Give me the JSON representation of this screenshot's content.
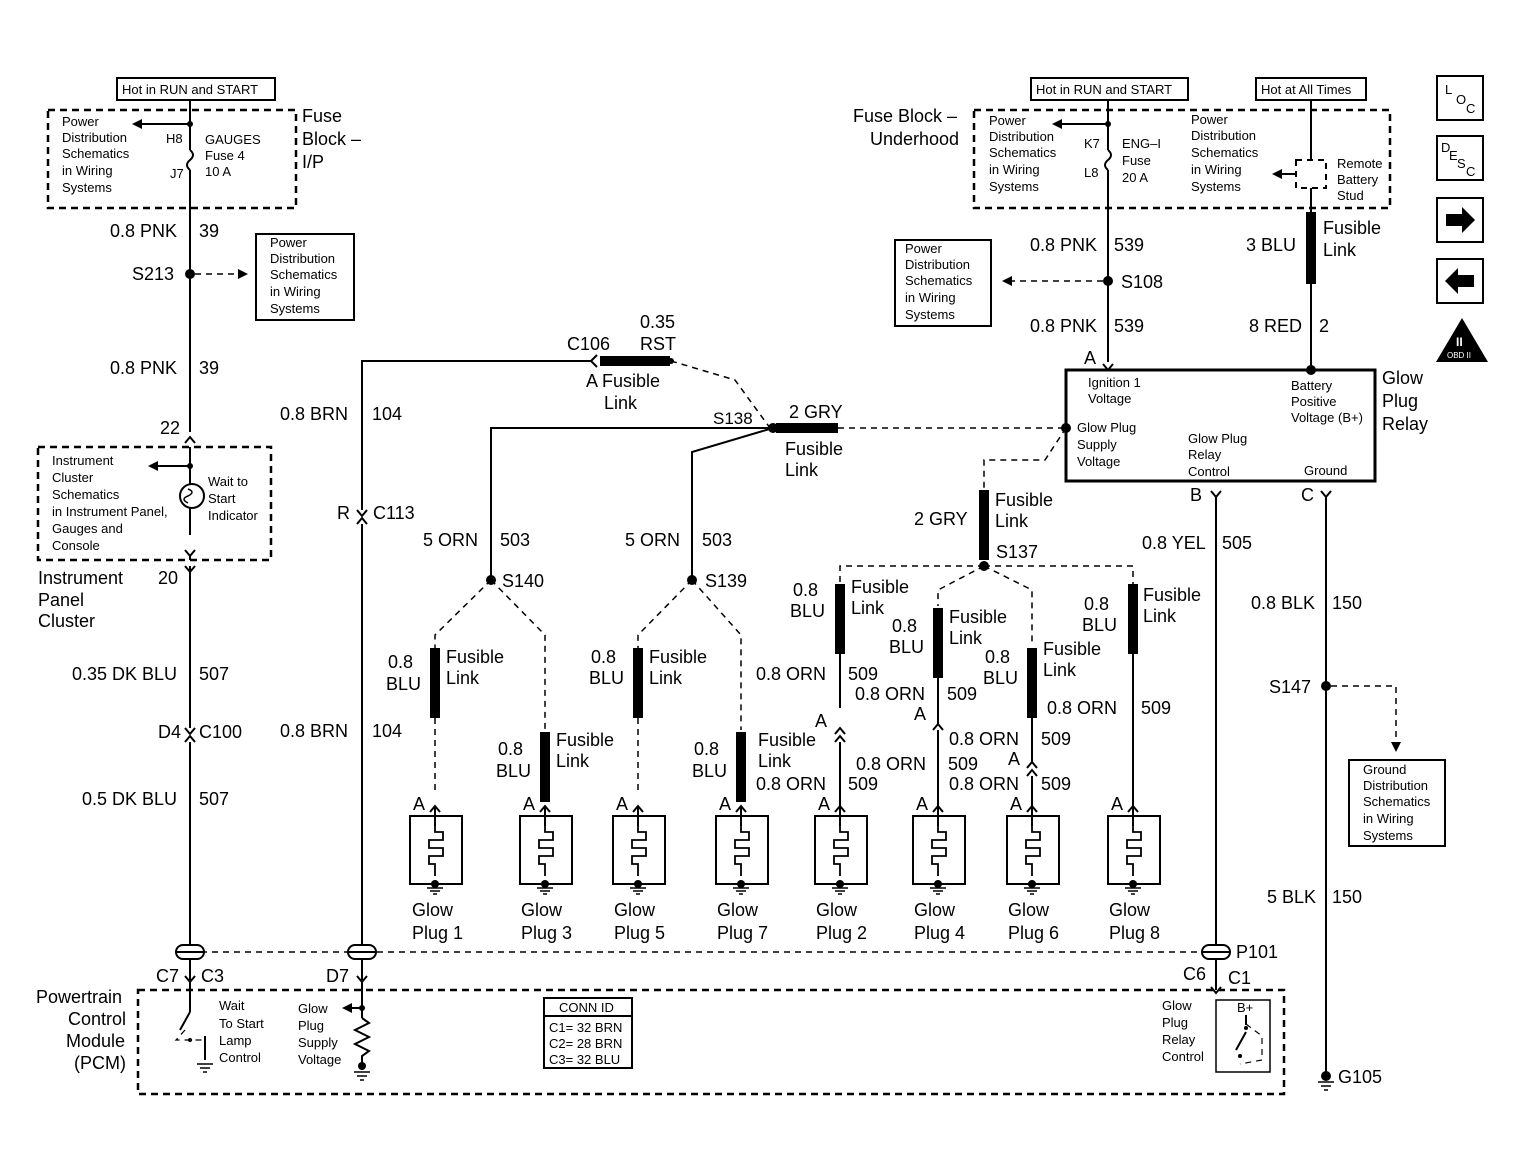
{
  "hot_run_start_1": "Hot in RUN and START",
  "hot_run_start_2": "Hot in RUN and START",
  "hot_all_times": "Hot at All Times",
  "fuse_ip": {
    "title": [
      "Fuse",
      "Block –",
      "I/P"
    ],
    "pds": [
      "Power",
      "Distribution",
      "Schematics",
      "in Wiring",
      "Systems"
    ],
    "h8": "H8",
    "j7": "J7",
    "fuse": [
      "GAUGES",
      "Fuse 4",
      "10 A"
    ]
  },
  "fuse_uh": {
    "title": [
      "Fuse Block –",
      "Underhood"
    ],
    "pds1": [
      "Power",
      "Distribution",
      "Schematics",
      "in Wiring",
      "Systems"
    ],
    "k7": "K7",
    "l8": "L8",
    "fuse": [
      "ENG–I",
      "Fuse",
      "20 A"
    ],
    "pds2": [
      "Power",
      "Distribution",
      "Schematics",
      "in Wiring",
      "Systems"
    ],
    "stud": [
      "Remote",
      "Battery",
      "Stud"
    ]
  },
  "pds_ref_left": [
    "Power",
    "Distribution",
    "Schematics",
    "in Wiring",
    "Systems"
  ],
  "pds_ref_right": [
    "Power",
    "Distribution",
    "Schematics",
    "in Wiring",
    "Systems"
  ],
  "gds_ref": [
    "Ground",
    "Distribution",
    "Schematics",
    "in Wiring",
    "Systems"
  ],
  "nav": {
    "loc": [
      "L",
      "O",
      "C"
    ],
    "desc": [
      "D",
      "E",
      "S",
      "C"
    ],
    "obd": "OBD II",
    "obd_num": "II"
  },
  "wires": {
    "pnk39_a": [
      "0.8 PNK",
      "39"
    ],
    "pnk39_b": [
      "0.8 PNK",
      "39"
    ],
    "s213": "S213",
    "brn104_a": [
      "0.8 BRN",
      "104"
    ],
    "brn104_b": [
      "0.8 BRN",
      "104"
    ],
    "c106": "C106",
    "rst": [
      "0.35",
      "RST"
    ],
    "rst_fl": [
      "A Fusible",
      "Link"
    ],
    "s138": "S138",
    "gry2_a": "2 GRY",
    "gry_fl_a": [
      "Fusible",
      "Link"
    ],
    "r": "R",
    "c113": "C113",
    "orn503_a": [
      "5 ORN",
      "503"
    ],
    "orn503_b": [
      "5 ORN",
      "503"
    ],
    "s140": "S140",
    "s139": "S139",
    "pnk539_a": [
      "0.8 PNK",
      "539"
    ],
    "pnk539_b": [
      "0.8 PNK",
      "539"
    ],
    "s108": "S108",
    "blu3": "3 BLU",
    "blu_fl": [
      "Fusible",
      "Link"
    ],
    "red8": [
      "8 RED",
      "2"
    ],
    "gry2_b": "2 GRY",
    "gry_fl_b": [
      "Fusible",
      "Link"
    ],
    "s137": "S137",
    "yel505": [
      "0.8 YEL",
      "505"
    ],
    "blk150_a": [
      "0.8 BLK",
      "150"
    ],
    "s147": "S147",
    "blk150_b": [
      "5 BLK",
      "150"
    ],
    "dkblu507_a": [
      "0.35 DK BLU",
      "507"
    ],
    "dkblu507_b": [
      "0.5 DK BLU",
      "507"
    ],
    "d4": "D4",
    "c100": "C100",
    "n22": "22",
    "n20": "20",
    "p101": "P101",
    "c7": "C7",
    "c3": "C3",
    "d7": "D7",
    "c6": "C6",
    "c1": "C1",
    "g105": "G105",
    "orn509": "0.8 ORN",
    "n509": "509",
    "blu08": [
      "0.8",
      "BLU"
    ],
    "fl": [
      "Fusible",
      "Link"
    ],
    "pinA": "A"
  },
  "cluster": {
    "title": [
      "Instrument",
      "Panel",
      "Cluster"
    ],
    "ref": [
      "Instrument",
      "Cluster",
      "Schematics",
      "in Instrument Panel,",
      "Gauges and",
      "Console"
    ],
    "ind": [
      "Wait to",
      "Start",
      "Indicator"
    ]
  },
  "relay": {
    "title": [
      "Glow",
      "Plug",
      "Relay"
    ],
    "pinA": "A",
    "pinB": "B",
    "pinC": "C",
    "ign": [
      "Ignition 1",
      "Voltage"
    ],
    "bat": [
      "Battery",
      "Positive",
      "Voltage (B+)"
    ],
    "gps": [
      "Glow Plug",
      "Supply",
      "Voltage"
    ],
    "gpc": [
      "Glow Plug",
      "Relay",
      "Control"
    ],
    "gnd": "Ground"
  },
  "pcm": {
    "title": [
      "Powertrain",
      "Control",
      "Module",
      "(PCM)"
    ],
    "wts": [
      "Wait",
      "To Start",
      "Lamp",
      "Control"
    ],
    "gps": [
      "Glow",
      "Plug",
      "Supply",
      "Voltage"
    ],
    "gpc": [
      "Glow",
      "Plug",
      "Relay",
      "Control"
    ],
    "bplus": "B+",
    "conn_title": "CONN ID",
    "conn": [
      "C1= 32 BRN",
      "C2= 28 BRN",
      "C3= 32 BLU"
    ]
  },
  "plugs": [
    [
      "Glow",
      "Plug 1"
    ],
    [
      "Glow",
      "Plug 3"
    ],
    [
      "Glow",
      "Plug 5"
    ],
    [
      "Glow",
      "Plug 7"
    ],
    [
      "Glow",
      "Plug 2"
    ],
    [
      "Glow",
      "Plug 4"
    ],
    [
      "Glow",
      "Plug 6"
    ],
    [
      "Glow",
      "Plug 8"
    ]
  ]
}
